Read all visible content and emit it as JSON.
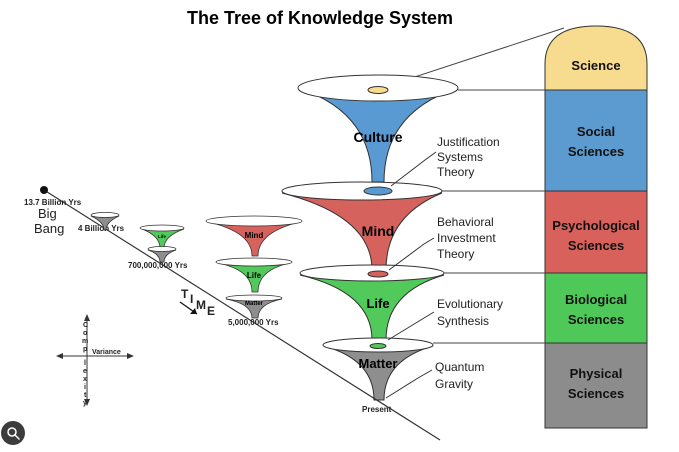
{
  "title": "The Tree of Knowledge System",
  "columns": {
    "science": "Science",
    "social_1": "Social",
    "social_2": "Sciences",
    "psych_1": "Psychological",
    "psych_2": "Sciences",
    "bio_1": "Biological",
    "bio_2": "Sciences",
    "phys_1": "Physical",
    "phys_2": "Sciences"
  },
  "cones": {
    "culture": "Culture",
    "mind": "Mind",
    "life": "Life",
    "matter": "Matter"
  },
  "theories": {
    "jst_1": "Justification",
    "jst_2": "Systems",
    "jst_3": "Theory",
    "bit_1": "Behavioral",
    "bit_2": "Investment",
    "bit_3": "Theory",
    "evo_1": "Evolutionary",
    "evo_2": "Synthesis",
    "qg_1": "Quantum",
    "qg_2": "Gravity"
  },
  "timeline": {
    "big_bang_time": "13.7 Billion Yrs",
    "big_1": "Big",
    "big_2": "Bang",
    "t4": "4 Billion Yrs",
    "t700": "700,000,000 Yrs",
    "t5": "5,000,000 Yrs",
    "present": "Present",
    "time_letters": [
      "T",
      "I",
      "M",
      "E"
    ]
  },
  "mini_labels": {
    "life_small": "Life",
    "mind_mid": "Mind",
    "life_mid": "Life",
    "matter_mid": "Matter"
  },
  "axes": {
    "complexity_letters": [
      "C",
      "o",
      "m",
      "p",
      "l",
      "e",
      "x",
      "i",
      "t",
      "y"
    ],
    "variance": "Variance"
  },
  "colors": {
    "science": "#f7dc8f",
    "social": "#5b9bd0",
    "psych": "#d9615c",
    "bio": "#4fc85a",
    "phys": "#8c8c8c",
    "culture_cone": "#5a9ad2",
    "mind_cone": "#d6625d",
    "life_cone": "#52c95b",
    "matter_cone": "#8e8e8e"
  },
  "ui": {
    "corner_icon": "lens-icon"
  }
}
